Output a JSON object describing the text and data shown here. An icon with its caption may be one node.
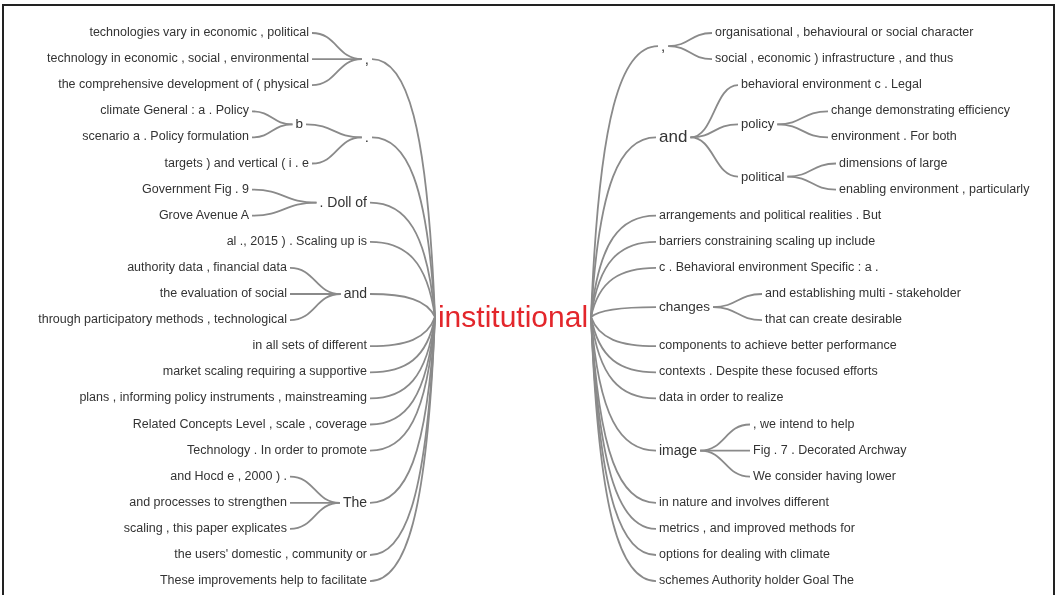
{
  "diagram": {
    "nodes": [
      {
        "text": [
          "institutional"
        ]
      },
      {
        "text": [
          ","
        ]
      },
      {
        "text": [
          "technologies vary in economic , political"
        ]
      },
      {
        "text": [
          "technology in economic , social , environmental"
        ]
      },
      {
        "text": [
          "the comprehensive development of ( physical"
        ]
      },
      {
        "text": [
          "."
        ]
      },
      {
        "text": [
          "b"
        ]
      },
      {
        "text": [
          "climate General : a . Policy"
        ]
      },
      {
        "text": [
          "scenario a . Policy formulation"
        ]
      },
      {
        "text": [
          "targets ) and vertical ( i . e"
        ]
      },
      {
        "text": [
          ". Doll of"
        ]
      },
      {
        "text": [
          "Government Fig . 9"
        ]
      },
      {
        "text": [
          "Grove Avenue A"
        ]
      },
      {
        "text": [
          "al ., 2015 ) . Scaling up is"
        ]
      },
      {
        "text": [
          "and"
        ]
      },
      {
        "text": [
          "authority data , financial data"
        ]
      },
      {
        "text": [
          "the evaluation of social"
        ]
      },
      {
        "text": [
          "through participatory methods , technological"
        ]
      },
      {
        "text": [
          "in all sets of different"
        ]
      },
      {
        "text": [
          "market scaling requiring a supportive"
        ]
      },
      {
        "text": [
          "plans , informing policy instruments , mainstreaming"
        ]
      },
      {
        "text": [
          "Related Concepts Level , scale , coverage"
        ]
      },
      {
        "text": [
          "Technology . In order to promote"
        ]
      },
      {
        "text": [
          "The"
        ]
      },
      {
        "text": [
          "and Hocd e , 2000 ) ."
        ]
      },
      {
        "text": [
          "and processes to strengthen"
        ]
      },
      {
        "text": [
          "scaling , this paper explicates"
        ]
      },
      {
        "text": [
          "the users' domestic , community or"
        ]
      },
      {
        "text": [
          "These improvements help to facilitate"
        ]
      },
      {
        "text": [
          ","
        ]
      },
      {
        "text": [
          "organisational , behavioural or social character"
        ]
      },
      {
        "text": [
          "social , economic ) infrastructure , and thus"
        ]
      },
      {
        "text": [
          "and"
        ]
      },
      {
        "text": [
          "behavioral environment c . Legal"
        ]
      },
      {
        "text": [
          "policy"
        ]
      },
      {
        "text": [
          "change demonstrating efficiency"
        ]
      },
      {
        "text": [
          "environment . For both"
        ]
      },
      {
        "text": [
          "political"
        ]
      },
      {
        "text": [
          "dimensions of large"
        ]
      },
      {
        "text": [
          "enabling environment , particularly"
        ]
      },
      {
        "text": [
          "arrangements and political realities . But"
        ]
      },
      {
        "text": [
          "barriers constraining scaling up include"
        ]
      },
      {
        "text": [
          "c . Behavioral environment Specific : a ."
        ]
      },
      {
        "text": [
          "changes"
        ]
      },
      {
        "text": [
          "and establishing multi - stakeholder"
        ]
      },
      {
        "text": [
          "that can create desirable"
        ]
      },
      {
        "text": [
          "components to achieve better performance"
        ]
      },
      {
        "text": [
          "contexts . Despite these focused efforts"
        ]
      },
      {
        "text": [
          "data in order to realize"
        ]
      },
      {
        "text": [
          "image"
        ]
      },
      {
        "text": [
          ", we intend to help"
        ]
      },
      {
        "text": [
          "Fig . 7 . Decorated Archway"
        ]
      },
      {
        "text": [
          "We consider having lower"
        ]
      },
      {
        "text": [
          "in nature and involves different"
        ]
      },
      {
        "text": [
          "metrics , and improved methods for"
        ]
      },
      {
        "text": [
          "options for dealing with climate"
        ]
      },
      {
        "text": [
          "schemes Authority holder Goal The"
        ]
      }
    ],
    "edges": [
      {
        "from": 0,
        "to": 1,
        "arrow": "none"
      },
      {
        "from": 1,
        "to": 2,
        "arrow": "none"
      },
      {
        "from": 1,
        "to": 3,
        "arrow": "none"
      },
      {
        "from": 1,
        "to": 4,
        "arrow": "none"
      },
      {
        "from": 0,
        "to": 5,
        "arrow": "none"
      },
      {
        "from": 5,
        "to": 6,
        "arrow": "none"
      },
      {
        "from": 6,
        "to": 7,
        "arrow": "none"
      },
      {
        "from": 6,
        "to": 8,
        "arrow": "none"
      },
      {
        "from": 5,
        "to": 9,
        "arrow": "none"
      },
      {
        "from": 0,
        "to": 10,
        "arrow": "none"
      },
      {
        "from": 10,
        "to": 11,
        "arrow": "none"
      },
      {
        "from": 10,
        "to": 12,
        "arrow": "none"
      },
      {
        "from": 0,
        "to": 13,
        "arrow": "none"
      },
      {
        "from": 0,
        "to": 14,
        "arrow": "none"
      },
      {
        "from": 14,
        "to": 15,
        "arrow": "none"
      },
      {
        "from": 14,
        "to": 16,
        "arrow": "none"
      },
      {
        "from": 14,
        "to": 17,
        "arrow": "none"
      },
      {
        "from": 0,
        "to": 18,
        "arrow": "none"
      },
      {
        "from": 0,
        "to": 19,
        "arrow": "none"
      },
      {
        "from": 0,
        "to": 20,
        "arrow": "none"
      },
      {
        "from": 0,
        "to": 21,
        "arrow": "none"
      },
      {
        "from": 0,
        "to": 22,
        "arrow": "none"
      },
      {
        "from": 0,
        "to": 23,
        "arrow": "none"
      },
      {
        "from": 23,
        "to": 24,
        "arrow": "none"
      },
      {
        "from": 23,
        "to": 25,
        "arrow": "none"
      },
      {
        "from": 23,
        "to": 26,
        "arrow": "none"
      },
      {
        "from": 0,
        "to": 27,
        "arrow": "none"
      },
      {
        "from": 0,
        "to": 28,
        "arrow": "none"
      },
      {
        "from": 0,
        "to": 29,
        "arrow": "none"
      },
      {
        "from": 29,
        "to": 30,
        "arrow": "none"
      },
      {
        "from": 29,
        "to": 31,
        "arrow": "none"
      },
      {
        "from": 0,
        "to": 32,
        "arrow": "none"
      },
      {
        "from": 32,
        "to": 33,
        "arrow": "none"
      },
      {
        "from": 32,
        "to": 34,
        "arrow": "none"
      },
      {
        "from": 34,
        "to": 35,
        "arrow": "none"
      },
      {
        "from": 34,
        "to": 36,
        "arrow": "none"
      },
      {
        "from": 32,
        "to": 37,
        "arrow": "none"
      },
      {
        "from": 37,
        "to": 38,
        "arrow": "none"
      },
      {
        "from": 37,
        "to": 39,
        "arrow": "none"
      },
      {
        "from": 0,
        "to": 40,
        "arrow": "none"
      },
      {
        "from": 0,
        "to": 41,
        "arrow": "none"
      },
      {
        "from": 0,
        "to": 42,
        "arrow": "none"
      },
      {
        "from": 0,
        "to": 43,
        "arrow": "none"
      },
      {
        "from": 43,
        "to": 44,
        "arrow": "none"
      },
      {
        "from": 43,
        "to": 45,
        "arrow": "none"
      },
      {
        "from": 0,
        "to": 46,
        "arrow": "none"
      },
      {
        "from": 0,
        "to": 47,
        "arrow": "none"
      },
      {
        "from": 0,
        "to": 48,
        "arrow": "none"
      },
      {
        "from": 0,
        "to": 49,
        "arrow": "none"
      },
      {
        "from": 49,
        "to": 50,
        "arrow": "none"
      },
      {
        "from": 49,
        "to": 51,
        "arrow": "none"
      },
      {
        "from": 49,
        "to": 52,
        "arrow": "none"
      },
      {
        "from": 0,
        "to": 53,
        "arrow": "none"
      },
      {
        "from": 0,
        "to": 54,
        "arrow": "none"
      },
      {
        "from": 0,
        "to": 55,
        "arrow": "none"
      },
      {
        "from": 0,
        "to": 56,
        "arrow": "none"
      }
    ]
  }
}
